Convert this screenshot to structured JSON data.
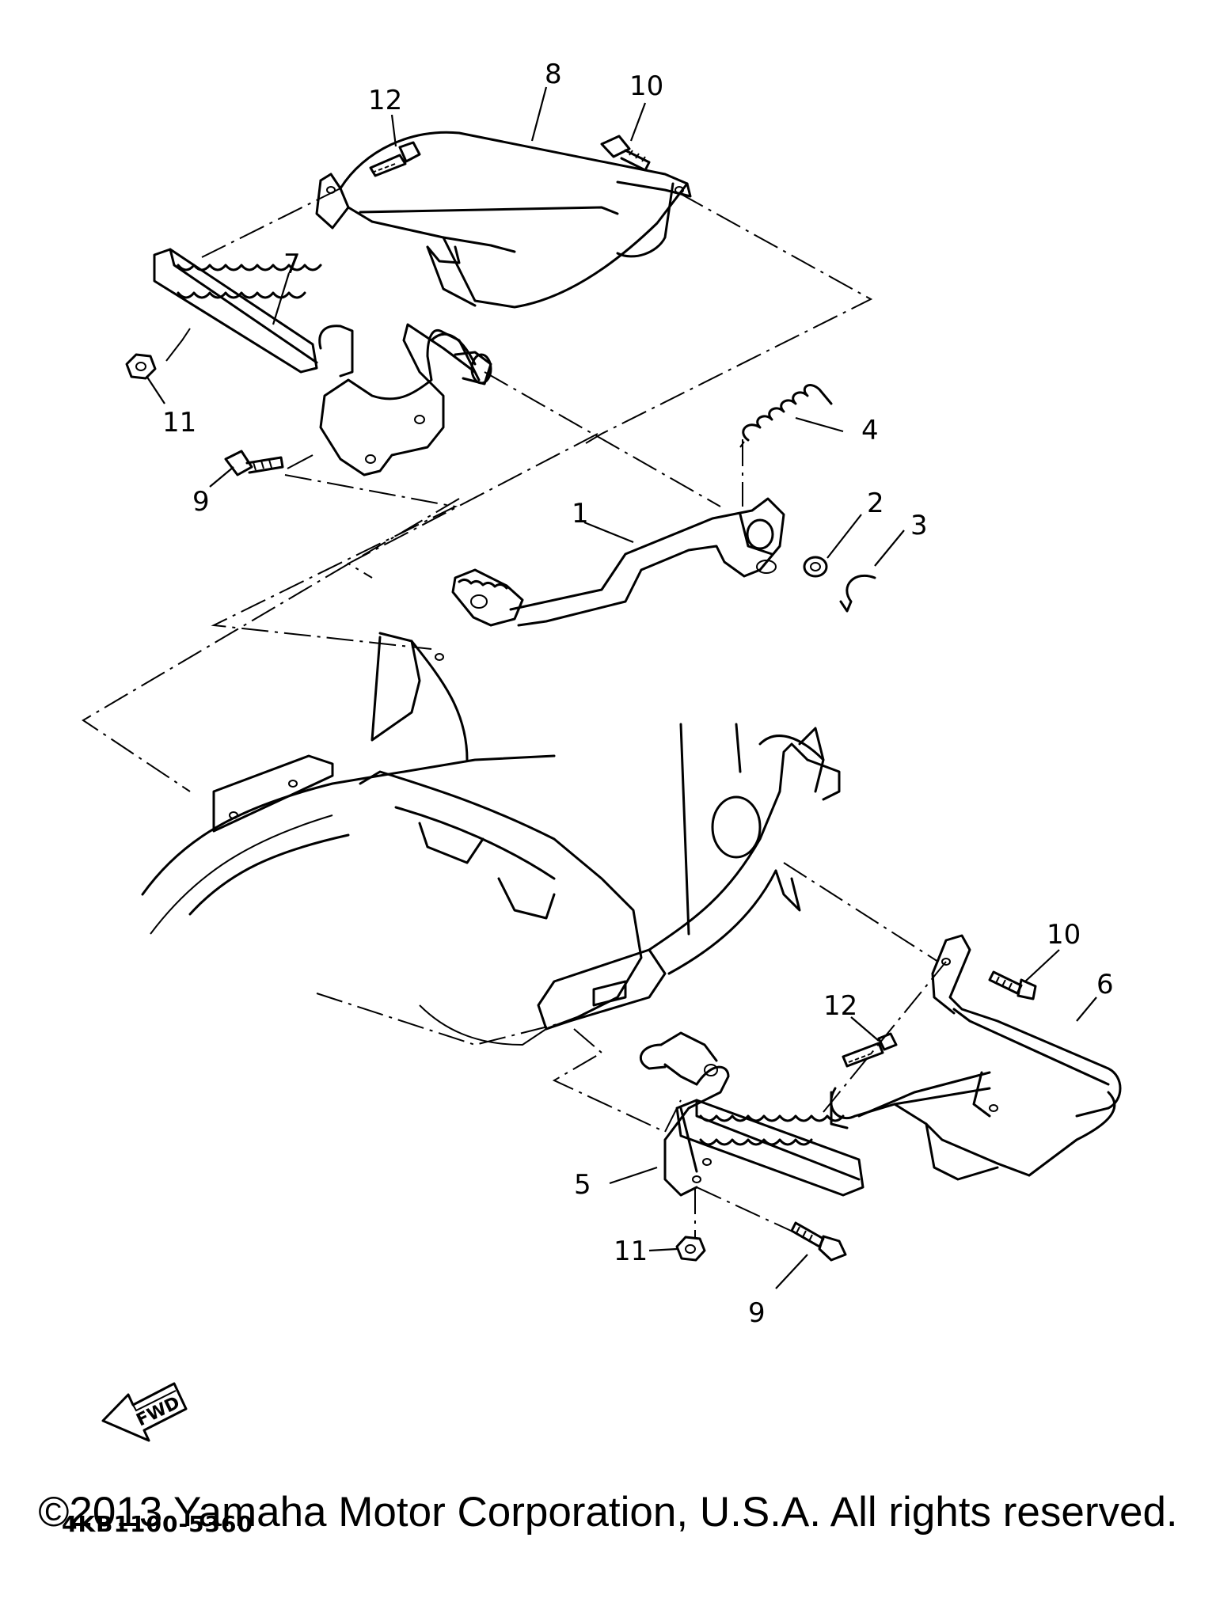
{
  "callouts": {
    "c1": "1",
    "c2": "2",
    "c3": "3",
    "c4": "4",
    "c5": "5",
    "c6": "6",
    "c7": "7",
    "c8": "8",
    "c9a": "9",
    "c9b": "9",
    "c10a": "10",
    "c10b": "10",
    "c11a": "11",
    "c11b": "11",
    "c12a": "12",
    "c12b": "12"
  },
  "fwd_label": "FWD",
  "diagram_code": "4KB1100-5360",
  "copyright": "©2013 Yamaha Motor Corporation, U.S.A. All rights reserved."
}
